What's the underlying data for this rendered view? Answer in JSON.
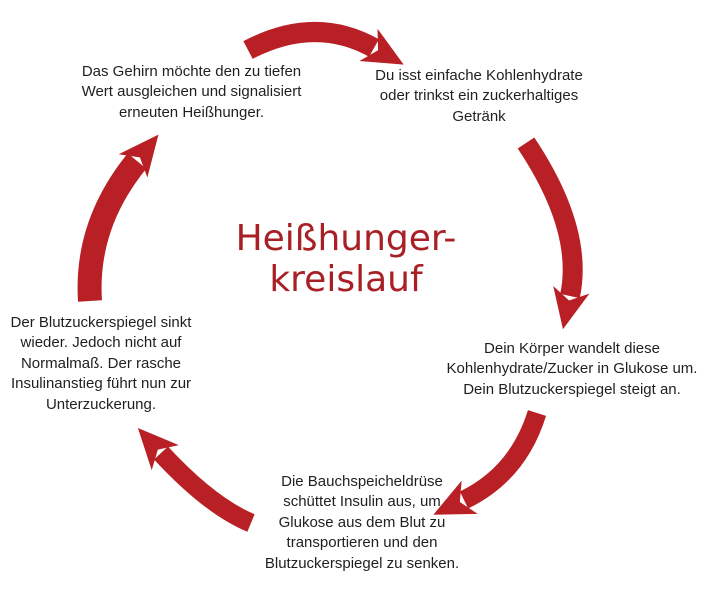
{
  "title": {
    "line1": "Heißhunger-",
    "line2": "kreislauf"
  },
  "colors": {
    "arrow_red": "#b92025",
    "title_red": "#a82025",
    "body_text": "#1f1f1f",
    "background": "#ffffff"
  },
  "steps": [
    {
      "id": "eat-carbs",
      "text": "Du isst einfache Kohlenhydrate oder trinkst ein zuckerhaltiges Getränk"
    },
    {
      "id": "glucose-rises",
      "text": "Dein Körper wandelt diese Kohlenhydrate/Zucker in Glukose um. Dein Blutzuckerspiegel steigt an."
    },
    {
      "id": "insulin-release",
      "text": "Die Bauchspeicheldrüse schüttet Insulin aus, um Glukose aus dem Blut zu transportieren und den Blutzuckerspiegel zu senken."
    },
    {
      "id": "blood-sugar-drops",
      "text": "Der Blutzuckerspiegel sinkt wieder. Jedoch nicht auf Normalmaß. Der rasche Insulinanstieg führt nun zur Unterzuckerung."
    },
    {
      "id": "brain-signals-craving",
      "text": "Das Gehirn möchte den zu tiefen Wert ausgleichen und signalisiert erneuten Heißhunger."
    }
  ]
}
